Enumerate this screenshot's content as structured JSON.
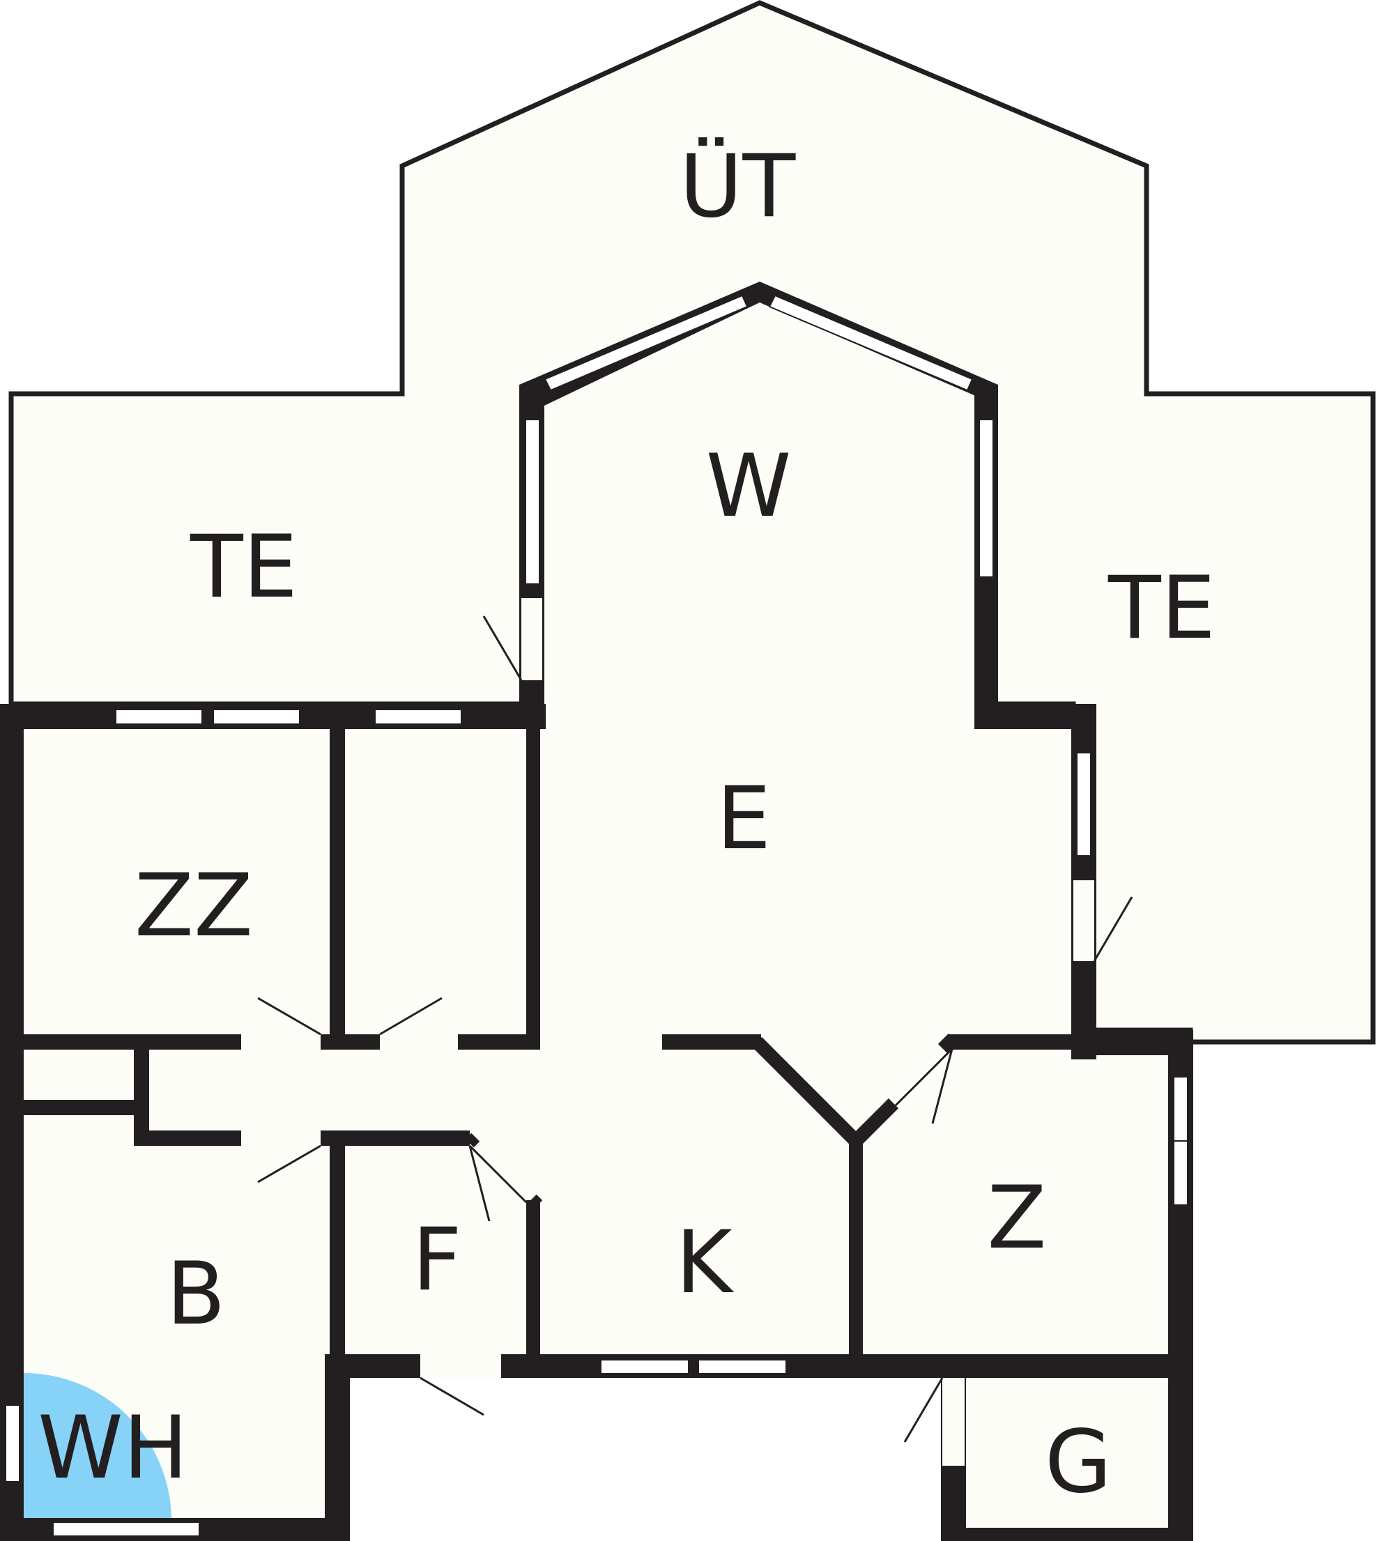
{
  "colors": {
    "wall": "#231f20",
    "floor": "#fdfdf8",
    "window": "#ffffff",
    "wh_marker": "#87d3f8"
  },
  "rooms": {
    "ut": "ÜT",
    "te_left": "TE",
    "te_right": "TE",
    "w": "W",
    "e": "E",
    "zz": "ZZ",
    "b": "B",
    "f": "F",
    "k": "K",
    "z": "Z",
    "g": "G",
    "wh": "WH"
  }
}
